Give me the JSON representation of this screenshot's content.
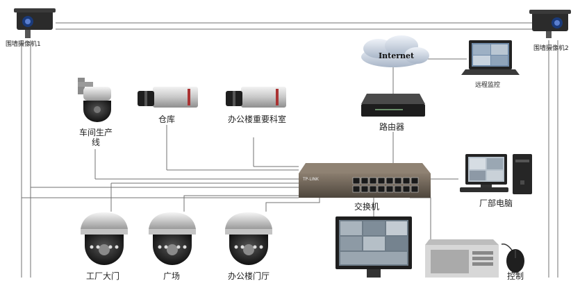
{
  "labels": {
    "perimeter_cam_1": "围墙摄像机1",
    "perimeter_cam_2": "围墙摄像机2",
    "internet": "Internet",
    "remote_monitor": "远程监控",
    "router": "路由器",
    "workshop": "车间生产线",
    "warehouse": "仓库",
    "office_room": "办公楼重要科室",
    "switch": "交换机",
    "factory_pc": "厂部电脑",
    "switch_brand": "TP-LINK",
    "bottom_1": "工厂大门",
    "bottom_2": "广场",
    "bottom_3": "办公楼门厅",
    "control": "控制"
  },
  "colors": {
    "line": "#707070",
    "device_dark": "#2a2a2a",
    "switch_body": "#6e6458",
    "cloud": "#c9d3e0"
  }
}
